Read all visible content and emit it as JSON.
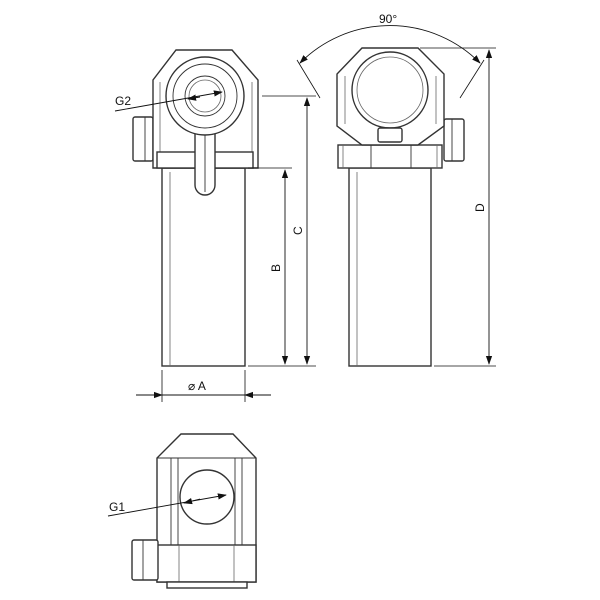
{
  "diagram": {
    "labels": {
      "g2": "G2",
      "g1": "G1",
      "dia_a": "⌀ A",
      "b": "B",
      "c": "C",
      "d": "D",
      "angle": "90°"
    }
  }
}
